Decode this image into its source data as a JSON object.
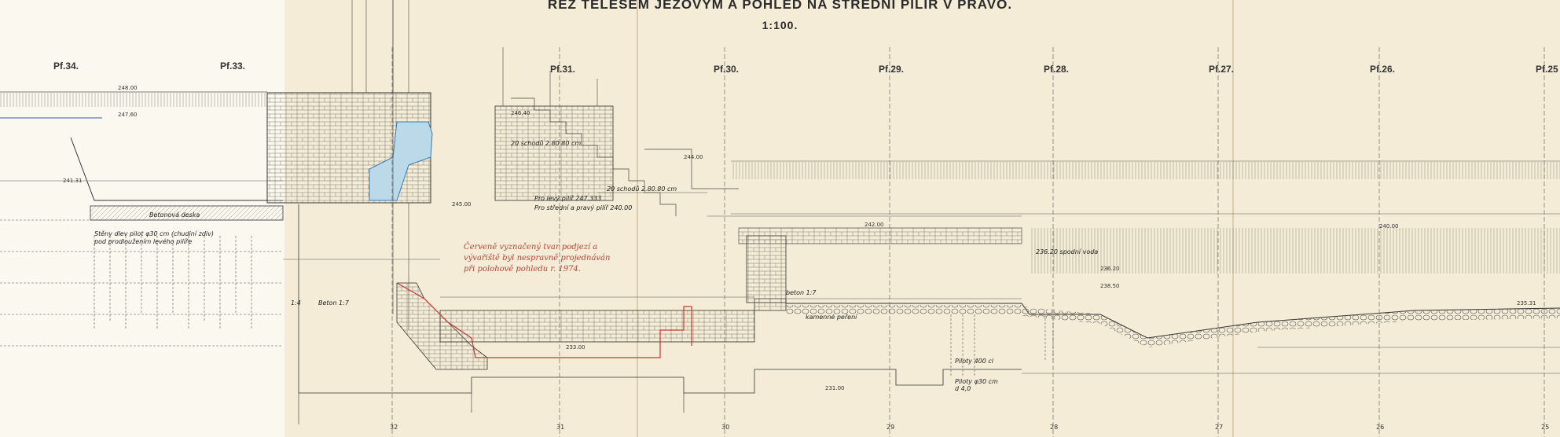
{
  "title": "ŘEZ TĚLESEM JEZOVÝM A POHLED NA STŘEDNÍ PILÍŘ V PRAVO.",
  "scale": "1:100.",
  "profiles": [
    "Pf.34.",
    "Pf.33.",
    "Pf.31.",
    "Pf.30.",
    "Pf.29.",
    "Pf.28.",
    "Pf.27.",
    "Pf.26.",
    "Pf.25"
  ],
  "bottom_axis": [
    "32",
    "31",
    "30",
    "29",
    "28",
    "27",
    "26",
    "25"
  ],
  "labels": {
    "betonova_deska": "Betonová deska",
    "steny": "Stěny dlev pilot φ30 cm (chudiní zdiv)",
    "pod_prodlouzenim": "pod prodloužením levého pilíře",
    "beton_14": "1:4",
    "beton_17": "Beton 1:7",
    "schod_1": "20 schodů 2.80.80 cm",
    "schod_2": "20 schodů 2.80.80 cm",
    "levy_pilir": "Pro levý pilíř 247.333",
    "stredni_pilir": "Pro střední a pravý pilíř 240.00",
    "spodni_voda": "236.20 spodní voda",
    "kamenne_peceni": "kamenné peření",
    "beton_tl": "beton 1:7",
    "piloty_1": "Piloty 400 cl",
    "piloty_2": "Piloty φ30 cm",
    "piloty_3": "d 4,0"
  },
  "note": [
    "Červeně vyznačený tvar podjezí a",
    "vývařiště byl nespravně projednáván",
    "při polohově pohledu r. 1974."
  ],
  "elevations": [
    "248.00",
    "247.60",
    "246.40",
    "245.00",
    "244.00",
    "242.00",
    "241.31",
    "240.00",
    "238.50",
    "236.20",
    "235.31",
    "233.00",
    "231.00"
  ]
}
